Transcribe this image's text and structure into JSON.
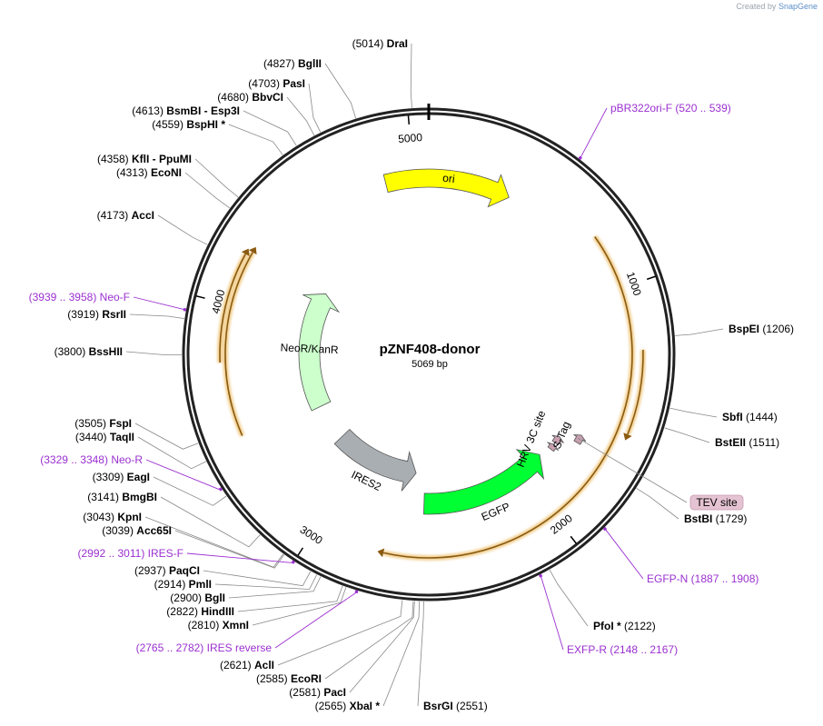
{
  "credit": {
    "prefix": "Created by",
    "brand": "SnapGene"
  },
  "plasmid": {
    "name": "pZNF408-donor",
    "size_label": "5069 bp",
    "length": 5069
  },
  "colors": {
    "ori": "#ffff00",
    "neo": "#ccffcc",
    "ires": "#a9aeb3",
    "egfp": "#00ff33",
    "primer": "#9b30d0",
    "tag": "#c8a0b0",
    "orf": "#e9b24c"
  },
  "ticks": [
    {
      "label": "1000",
      "pos": 1000
    },
    {
      "label": "2000",
      "pos": 2000
    },
    {
      "label": "3000",
      "pos": 3000
    },
    {
      "label": "4000",
      "pos": 4000
    },
    {
      "label": "5000",
      "pos": 5000
    }
  ],
  "features": [
    {
      "name": "ori",
      "start": 4870,
      "end": 5450,
      "dir": 1,
      "color": "#ffff00"
    },
    {
      "name": "EGFP",
      "start": 1860,
      "end": 2560,
      "dir": -1,
      "color": "#00ff33"
    },
    {
      "name": "IRES2",
      "start": 2620,
      "end": 3190,
      "dir": -1,
      "color": "#a9aeb3"
    },
    {
      "name": "NeoR/KanR",
      "start": 3440,
      "end": 4230,
      "dir": 1,
      "color": "#ccffcc"
    },
    {
      "name": "HRV 3C site",
      "start": 1770,
      "end": 1800,
      "dir": -1,
      "color": "#c8a0b0"
    },
    {
      "name": "S-Tag",
      "start": 1720,
      "end": 1760,
      "dir": -1,
      "color": "#c8a0b0"
    },
    {
      "name": "TEV site",
      "start": 1660,
      "end": 1700,
      "dir": -1,
      "color": "#c8a0b0"
    }
  ],
  "orfs": [
    {
      "start": 770,
      "end": 2740,
      "dir": 1
    },
    {
      "start": 1250,
      "end": 1600,
      "dir": 1
    },
    {
      "start": 3470,
      "end": 4250,
      "dir": 1
    },
    {
      "start": 3770,
      "end": 4230,
      "dir": 1
    }
  ],
  "sites": [
    {
      "name": "DraI",
      "pos": "(5014)",
      "site": 5014
    },
    {
      "name": "BglII",
      "pos": "(4827)",
      "site": 4827
    },
    {
      "name": "PasI",
      "pos": "(4703)",
      "site": 4703
    },
    {
      "name": "BbvCI",
      "pos": "(4680)",
      "site": 4680
    },
    {
      "name": "BsmBI  - Esp3I",
      "pos": "(4613)",
      "site": 4613
    },
    {
      "name": "BspHI *",
      "pos": "(4559)",
      "site": 4559
    },
    {
      "name": "KflI  - PpuMI",
      "pos": "(4358)",
      "site": 4358
    },
    {
      "name": "EcoNI",
      "pos": "(4313)",
      "site": 4313
    },
    {
      "name": "AccI",
      "pos": "(4173)",
      "site": 4173
    },
    {
      "name": "RsrII",
      "pos": "(3919)",
      "site": 3919
    },
    {
      "name": "BssHII",
      "pos": "(3800)",
      "site": 3800
    },
    {
      "name": "FspI",
      "pos": "(3505)",
      "site": 3505
    },
    {
      "name": "TaqII",
      "pos": "(3440)",
      "site": 3440
    },
    {
      "name": "EagI",
      "pos": "(3309)",
      "site": 3309
    },
    {
      "name": "BmgBI",
      "pos": "(3141)",
      "site": 3141
    },
    {
      "name": "KpnI",
      "pos": "(3043)",
      "site": 3043
    },
    {
      "name": "Acc65I",
      "pos": "(3039)",
      "site": 3039
    },
    {
      "name": "PaqCI",
      "pos": "(2937)",
      "site": 2937
    },
    {
      "name": "PmlI",
      "pos": "(2914)",
      "site": 2914
    },
    {
      "name": "BglI",
      "pos": "(2900)",
      "site": 2900
    },
    {
      "name": "HindIII",
      "pos": "(2822)",
      "site": 2822
    },
    {
      "name": "XmnI",
      "pos": "(2810)",
      "site": 2810
    },
    {
      "name": "AclI",
      "pos": "(2621)",
      "site": 2621
    },
    {
      "name": "EcoRI",
      "pos": "(2585)",
      "site": 2585
    },
    {
      "name": "PacI",
      "pos": "(2581)",
      "site": 2581
    },
    {
      "name": "XbaI *",
      "pos": "(2565)",
      "site": 2565
    },
    {
      "name": "BsrGI",
      "pos": "(2551)",
      "site": 2551
    },
    {
      "name": "PfoI *",
      "pos": "(2122)",
      "site": 2122
    },
    {
      "name": "BstBI",
      "pos": "(1729)",
      "site": 1729
    },
    {
      "name": "BstEII",
      "pos": "(1511)",
      "site": 1511
    },
    {
      "name": "SbfI",
      "pos": "(1444)",
      "site": 1444
    },
    {
      "name": "BspEI",
      "pos": "(1206)",
      "site": 1206
    }
  ],
  "primers": [
    {
      "name": "pBR322ori-F",
      "range": "(520 .. 539)",
      "site": 530
    },
    {
      "name": "EGFP-N",
      "range": "(1887 .. 1908)",
      "site": 1897
    },
    {
      "name": "EXFP-R",
      "range": "(2148 .. 2167)",
      "site": 2157
    },
    {
      "name": "IRES reverse",
      "range": "(2765 .. 2782)",
      "site": 2773
    },
    {
      "name": "IRES-F",
      "range": "(2992 .. 3011)",
      "site": 3001
    },
    {
      "name": "Neo-R",
      "range": "(3329 .. 3348)",
      "site": 3338
    },
    {
      "name": "Neo-F",
      "range": "(3939 .. 3958)",
      "site": 3948
    }
  ],
  "tev_label": "TEV site"
}
